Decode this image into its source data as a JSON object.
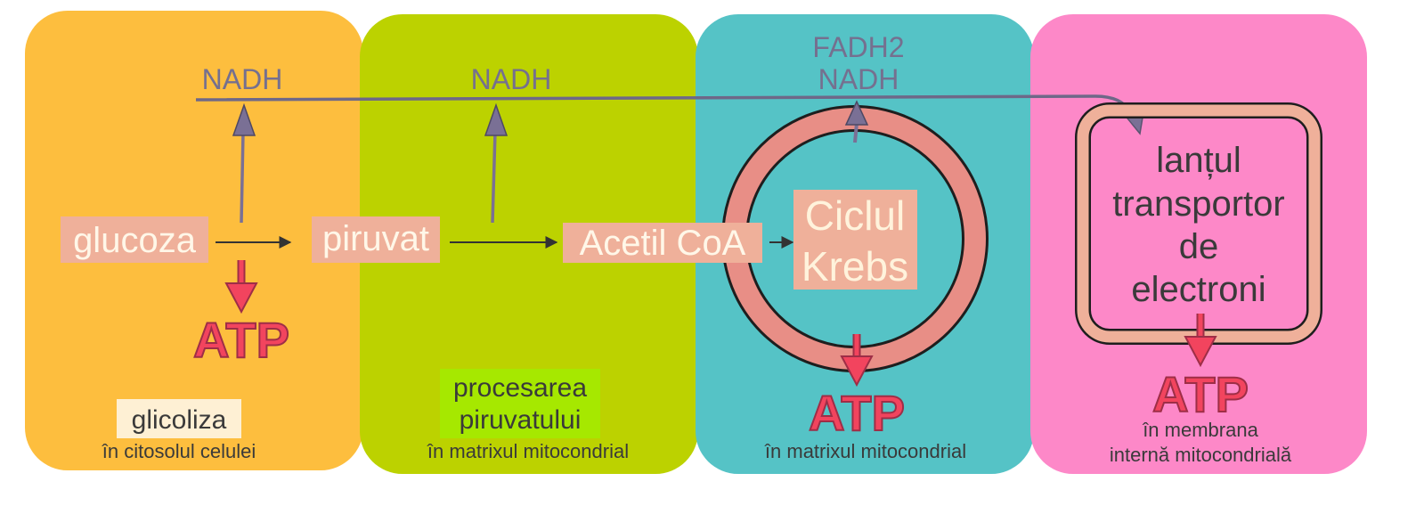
{
  "colors": {
    "panel_glycolysis": "#FDBE3E",
    "panel_pyruvate": "#BCD200",
    "panel_krebs": "#55C3C6",
    "panel_etc": "#FD88C8",
    "nadh_text": "#75708F",
    "arrow_purple": "#7A7095",
    "atp_fill": "#F2445E",
    "atp_stroke": "#9E2E47",
    "box_salmon": "#EFB09A",
    "box_cream": "#FEF0D4",
    "box_green": "#A6E800",
    "ring_fill": "#E88E86",
    "dark_text": "#3A3A3A"
  },
  "panels": [
    {
      "nadh": "NADH",
      "molecule": "glucoza",
      "atp": "ATP",
      "process": "glicoliza",
      "location": "în citosolul celulei"
    },
    {
      "nadh": "NADH",
      "molecule": "piruvat",
      "process_line1": "procesarea",
      "process_line2": "piruvatului",
      "location": "în matrixul mitocondrial"
    },
    {
      "fadh2": "FADH2",
      "nadh": "NADH",
      "molecule": "Acetil CoA",
      "cycle_line1": "Ciclul",
      "cycle_line2": "Krebs",
      "atp": "ATP",
      "location": "în matrixul mitocondrial"
    },
    {
      "chain_line1": "lanțul",
      "chain_line2": "transportor",
      "chain_line3": "de",
      "chain_line4": "electroni",
      "atp": "ATP",
      "location_line1": "în membrana",
      "location_line2": "internă mitocondrială"
    }
  ]
}
